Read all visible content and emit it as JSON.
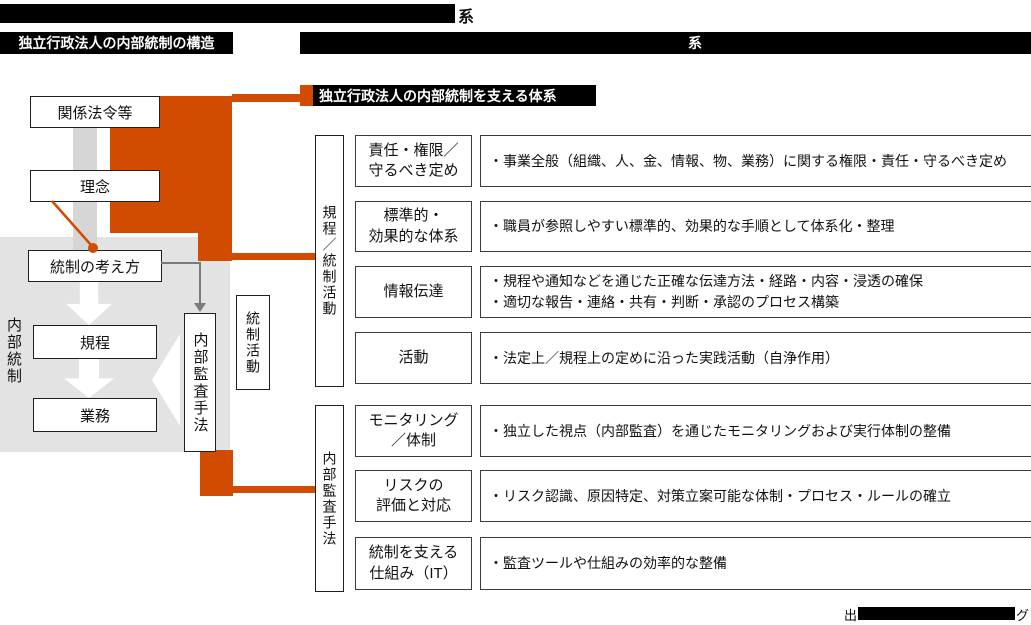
{
  "colors": {
    "accent": "#d14b00",
    "bar": "#000000",
    "gray_panel": "#e3e3e3",
    "connector": "#d6d6d6",
    "arrow_gray": "#7a7a7a"
  },
  "top_bar": {
    "escaped_suffix": "系"
  },
  "column_headers": {
    "left": "独立行政法人の内部統制の構造",
    "right_escaped": "系"
  },
  "section_header": "独立行政法人の内部統制を支える体系",
  "diagram": {
    "outer_label": "内部統制",
    "box_law": "関係法令等",
    "box_philosophy": "理念",
    "box_policy": "統制の考え方",
    "box_rules": "規程",
    "box_operations": "業務",
    "box_audit": "内部監査手法",
    "box_activity": "統制活動"
  },
  "table": {
    "group1": "規程／統制活動",
    "group2": "内部監査手法",
    "rows": [
      {
        "label1": "責任・権限／",
        "label2": "守るべき定め",
        "desc1": "・事業全般（組織、人、金、情報、物、業務）に関する権限・責任・守るべき定め"
      },
      {
        "label1": "標準的・",
        "label2": "効果的な体系",
        "desc1": "・職員が参照しやすい標準的、効果的な手順として体系化・整理"
      },
      {
        "label1": "情報伝達",
        "desc1": "・規程や通知などを通じた正確な伝達方法・経路・内容・浸透の確保",
        "desc2": "・適切な報告・連絡・共有・判断・承認のプロセス構築"
      },
      {
        "label1": "活動",
        "desc1": "・法定上／規程上の定めに沿った実践活動（自浄作用）"
      },
      {
        "label1": "モニタリング",
        "label2": "／体制",
        "desc1": "・独立した視点（内部監査）を通じたモニタリングおよび実行体制の整備"
      },
      {
        "label1": "リスクの",
        "label2": "評価と対応",
        "desc1": "・リスク認識、原因特定、対策立案可能な体制・プロセス・ルールの確立"
      },
      {
        "label1": "統制を支える",
        "label2": "仕組み（IT）",
        "desc1": "・監査ツールや仕組みの効率的な整備"
      }
    ]
  },
  "source": {
    "prefix": "出",
    "suffix": "グ"
  }
}
